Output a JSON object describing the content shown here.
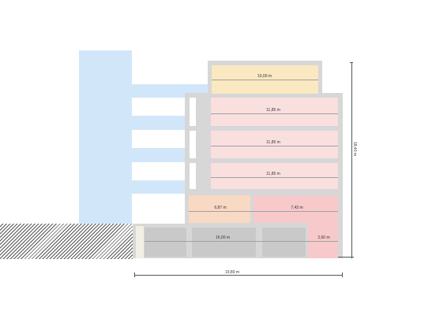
{
  "dimensions": {
    "rooms": {
      "top_floor": "10,00 m",
      "floor_3": "11,85 m",
      "floor_2": "11,85 m",
      "floor_1": "11,85 m",
      "ground_left": "6,87  m",
      "ground_right": "7,43 m",
      "basement": "16,00  m",
      "basement_right": "2,60 m"
    },
    "total_width": "19,80 m",
    "total_height": "18,40 m"
  },
  "colors": {
    "adjacent_building": "#d2e6fa",
    "structure": "#d7d7d7",
    "top_floor": "#fae8c0",
    "upper_floors": "#fadfdf",
    "ground_left": "#f8d9c3",
    "ground_right": "#f7c9cb",
    "basement": "#c9c9c9"
  }
}
